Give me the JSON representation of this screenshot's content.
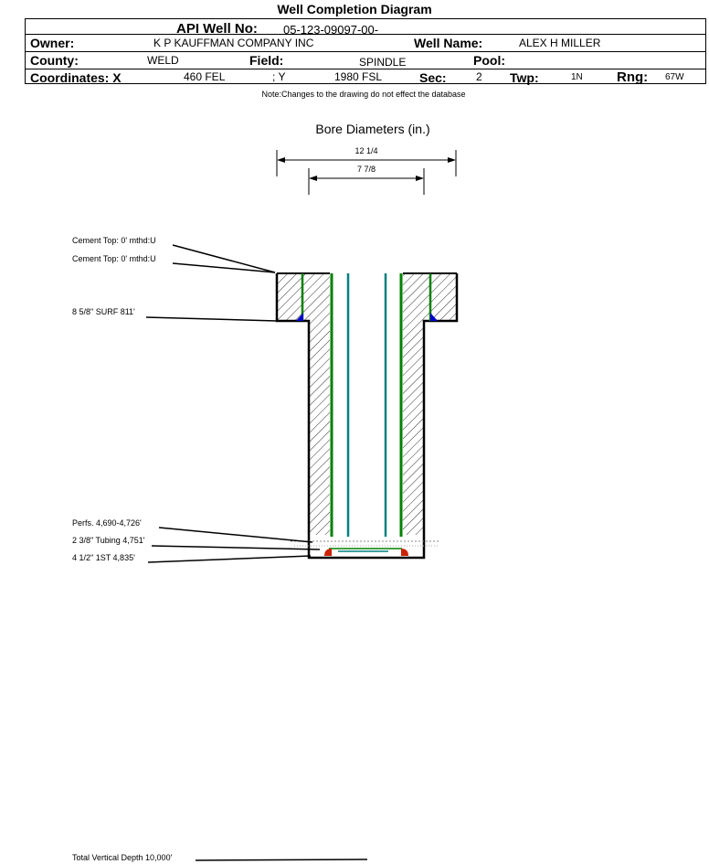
{
  "title": "Well Completion Diagram",
  "header": {
    "api_label": "API Well No:",
    "api_value": "05-123-09097-00-",
    "owner_label": "Owner:",
    "owner_value": "K P KAUFFMAN COMPANY INC",
    "well_name_label": "Well Name:",
    "well_name_value": "ALEX H MILLER",
    "county_label": "County:",
    "county_value": "WELD",
    "field_label": "Field:",
    "field_value": "SPINDLE",
    "pool_label": "Pool:",
    "pool_value": "",
    "coord_label": "Coordinates: X",
    "coord_x_value": "460 FEL",
    "coord_y_label": "; Y",
    "coord_y_value": "1980 FSL",
    "sec_label": "Sec:",
    "sec_value": "2",
    "twp_label": "Twp:",
    "twp_value": "1N",
    "rng_label": "Rng:",
    "rng_value": "67W"
  },
  "note": "Note:Changes to the drawing do not effect the database",
  "diagram": {
    "bore_title": "Bore Diameters (in.)",
    "bore_outer": "12 1/4",
    "bore_inner": "7 7/8",
    "annotations": [
      "Cement Top: 0' mthd:U",
      "Cement Top: 0' mthd:U",
      "8 5/8\" SURF 811'",
      "Perfs. 4,690-4,726'",
      "2 3/8\" Tubing 4,751'",
      "4 1/2\" 1ST 4,835'",
      "Total Vertical Depth 10,000'"
    ],
    "colors": {
      "casing": "#008000",
      "tubing": "#008080",
      "shoe_surface": "#0000cc",
      "shoe_production": "#cc2200"
    }
  }
}
